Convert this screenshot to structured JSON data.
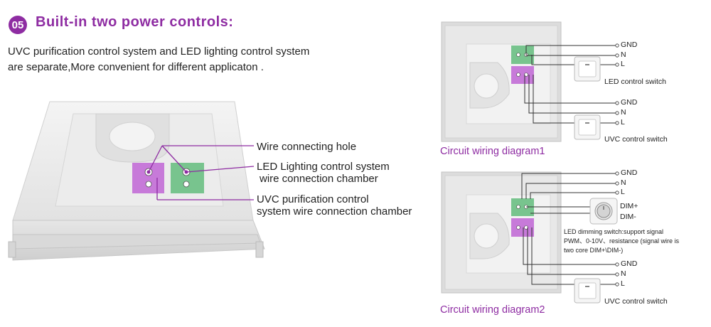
{
  "header": {
    "badge": "05",
    "title": "Built-in two power controls:"
  },
  "description": {
    "line1": "UVC purification control system and LED lighting control system",
    "line2": "are separate,More convenient for different applicaton ."
  },
  "callouts": {
    "wire_hole": "Wire connecting hole",
    "led_line1": "LED Lighting control system",
    "led_line2": "wire connection chamber",
    "uvc_line1": "UVC purification control",
    "uvc_line2": "system wire connection chamber"
  },
  "diagram1": {
    "caption": "Circuit wiring diagram1",
    "terminals_top": [
      "GND",
      "N",
      "L"
    ],
    "led_switch": "LED  control switch",
    "terminals_bottom": [
      "GND",
      "N",
      "L"
    ],
    "uvc_switch": "UVC control switch"
  },
  "diagram2": {
    "caption": "Circuit wiring diagram2",
    "terminals_top": [
      "GND",
      "N",
      "L"
    ],
    "dim_plus": "DIM+",
    "dim_minus": "DIM-",
    "note_line1": "LED dimming switch:support signal",
    "note_line2": "PWM、0-10V、resistance (signal wire is",
    "note_line3": "two core DIM+\\DIM-)",
    "terminals_bottom": [
      "GND",
      "N",
      "L"
    ],
    "uvc_switch": "UVC control switch"
  },
  "colors": {
    "accent": "#8e2ca2",
    "led_chamber": "#78c48e",
    "uvc_chamber": "#c77ad9"
  }
}
